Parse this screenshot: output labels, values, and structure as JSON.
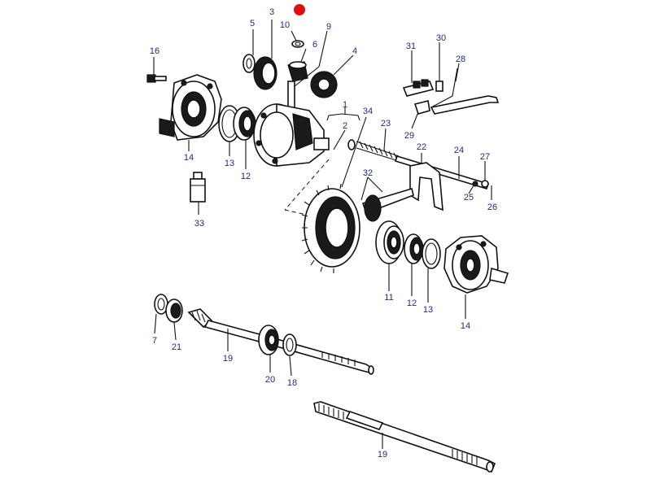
{
  "labels": {
    "p1": "1",
    "p2": "2",
    "p3": "3",
    "p4": "4",
    "p5": "5",
    "p6": "6",
    "p7": "7",
    "p9": "9",
    "p10": "10",
    "p11": "11",
    "p12a": "12",
    "p12b": "12",
    "p13a": "13",
    "p13b": "13",
    "p14a": "14",
    "p14b": "14",
    "p16": "16",
    "p18": "18",
    "p19a": "19",
    "p19b": "19",
    "p20": "20",
    "p21": "21",
    "p22": "22",
    "p23": "23",
    "p24": "24",
    "p25": "25",
    "p26": "26",
    "p27": "27",
    "p28": "28",
    "p29": "29",
    "p30": "30",
    "p31": "31",
    "p32": "32",
    "p33": "33",
    "p34": "34"
  },
  "colors": {
    "label": "#1f2a8c",
    "line": "#111111",
    "marker": "#e01010",
    "background": "#ffffff"
  },
  "icons": {
    "marker": "red-dot-icon"
  }
}
